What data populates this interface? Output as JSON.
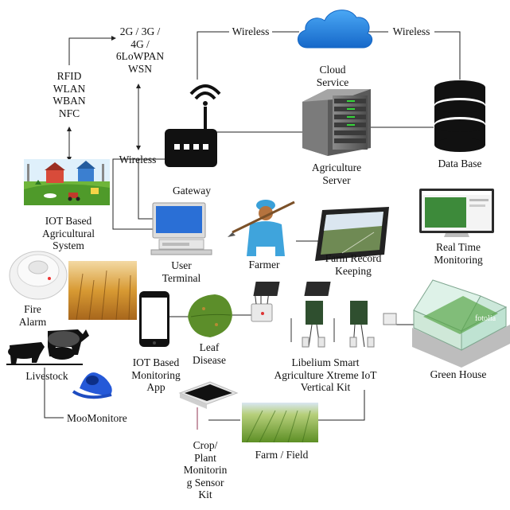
{
  "labels": {
    "protocols_top": "2G / 3G /\n4G /\n6LoWPAN\nWSN",
    "protocols_left": "RFID\nWLAN\nWBAN\nNFC",
    "wireless_left_top": "Wireless",
    "wireless_right_top": "Wireless",
    "wireless_gateway": "Wireless",
    "cloud_service": "Cloud\nService",
    "database": "Data Base",
    "agri_server": "Agriculture\nServer",
    "gateway": "Gateway",
    "iot_agri_system": "IOT Based\nAgricultural\nSystem",
    "user_terminal": "User\nTerminal",
    "farmer": "Farmer",
    "farm_record": "Farm Record\nKeeping",
    "real_time": "Real Time\nMonitoring",
    "fire_alarm": "Fire\nAlarm",
    "livestock": "Livestock",
    "moomonitore": "MooMonitore",
    "iot_app": "IOT Based\nMonitoring\nApp",
    "leaf_disease": "Leaf\nDisease",
    "libelium": "Libelium Smart\nAgriculture Xtreme IoT\nVertical Kit",
    "green_house": "Green House",
    "crop_kit": "Crop/\nPlant\nMonitorin\ng Sensor\nKit",
    "farm_field": "Farm / Field",
    "greenhouse_watermark": "fotolia"
  },
  "colors": {
    "cloud": "#1e7fe0",
    "line": "#222222",
    "server": "#6b6b6b",
    "led": "#35d43a",
    "database": "#111111",
    "gateway": "#111111",
    "field_green": "#6fa536",
    "wheat": "#d59a2c",
    "leaf": "#5c8e2a",
    "tablet_screen": "#3f7a2e",
    "moomonitor_blue": "#1f5bd6",
    "greenhouse_glass": "#bfe3d2"
  },
  "icons": [
    "cloud-icon",
    "database-icon",
    "server-icon",
    "gateway-router-icon",
    "computer-terminal-icon",
    "farmer-icon",
    "tablet-icon",
    "monitor-icon",
    "fire-alarm-icon",
    "wheat-image",
    "livestock-icon",
    "collar-icon",
    "smartphone-icon",
    "leaf-icon",
    "sensor-kit-icon",
    "greenhouse-icon",
    "crop-sensor-icon",
    "field-image",
    "farm-scene-image"
  ]
}
